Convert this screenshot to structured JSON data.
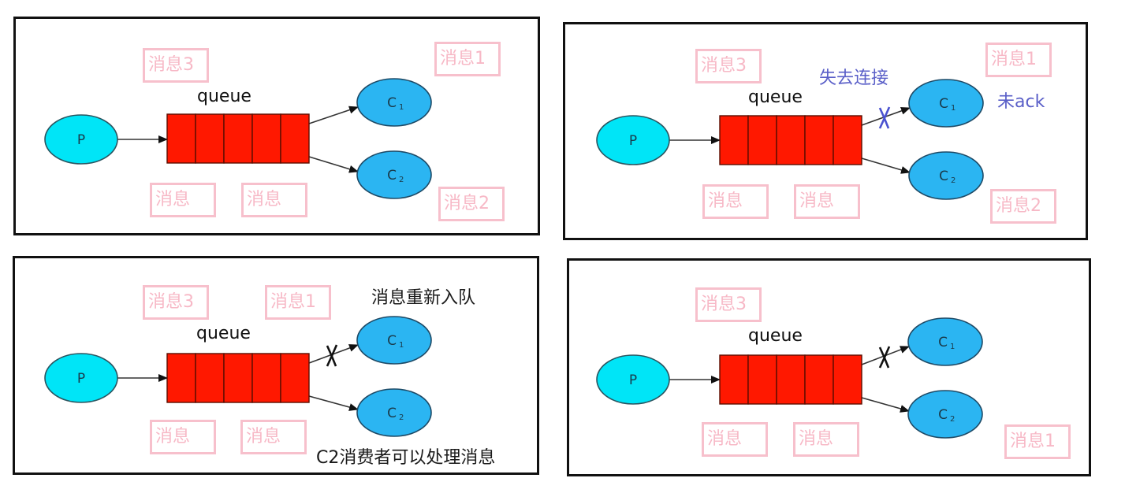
{
  "colors": {
    "producer_fill": "#00e5f7",
    "consumer_fill": "#2bb5f2",
    "queue_fill": "#ff1800",
    "tag_border": "#f7c0cc",
    "tag_text": "#f7b8c6",
    "note_blue": "#5a5fc8",
    "x_mark_blue": "#4a52d0",
    "x_mark_black": "#111111"
  },
  "nodes": {
    "producer": "P",
    "consumer1": "C",
    "consumer1_sub": "1",
    "consumer2": "C",
    "consumer2_sub": "2",
    "queue_label": "queue",
    "queue_slots": 5
  },
  "panels": [
    {
      "id": "normal",
      "tags": {
        "msg3": "消息3",
        "msg1": "消息1",
        "msg2": "消息2",
        "slot_a": "消息",
        "slot_b": "消息"
      },
      "c1_link_broken": false
    },
    {
      "id": "connection-lost",
      "tags": {
        "msg3": "消息3",
        "msg1": "消息1",
        "msg2": "消息2",
        "slot_a": "消息",
        "slot_b": "消息"
      },
      "notes": {
        "lost_connection": "失去连接",
        "no_ack": "未ack"
      },
      "c1_link_broken": true,
      "x_mark_color": "blue"
    },
    {
      "id": "requeue",
      "tags": {
        "msg3": "消息3",
        "msg1": "消息1",
        "slot_a": "消息",
        "slot_b": "消息"
      },
      "notes": {
        "requeue": "消息重新入队",
        "c2_handles": "C2消费者可以处理消息"
      },
      "c1_link_broken": true,
      "x_mark_color": "black"
    },
    {
      "id": "redelivered",
      "tags": {
        "msg3": "消息3",
        "msg1": "消息1",
        "slot_a": "消息",
        "slot_b": "消息"
      },
      "c1_link_broken": true,
      "x_mark_color": "black"
    }
  ]
}
